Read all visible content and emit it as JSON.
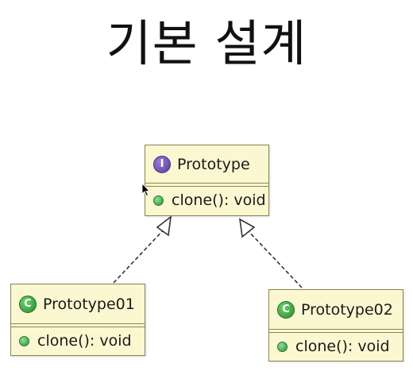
{
  "title": "기본 설계",
  "diagram": {
    "interface": {
      "name": "Prototype",
      "stereotype_icon": "interface-icon",
      "badge_letter": "I",
      "method": "clone(): void"
    },
    "classes": [
      {
        "name": "Prototype01",
        "stereotype_icon": "class-icon",
        "badge_letter": "C",
        "method": "clone(): void"
      },
      {
        "name": "Prototype02",
        "stereotype_icon": "class-icon",
        "badge_letter": "C",
        "method": "clone(): void"
      }
    ],
    "relations": [
      {
        "from": "Prototype01",
        "to": "Prototype",
        "type": "realization"
      },
      {
        "from": "Prototype02",
        "to": "Prototype",
        "type": "realization"
      }
    ],
    "colors": {
      "box_fill": "#fbf7d0",
      "box_border": "#8c8456",
      "interface_badge": "#6a4bb0",
      "class_badge": "#3aa23a",
      "method_dot": "#3aa23a"
    }
  }
}
